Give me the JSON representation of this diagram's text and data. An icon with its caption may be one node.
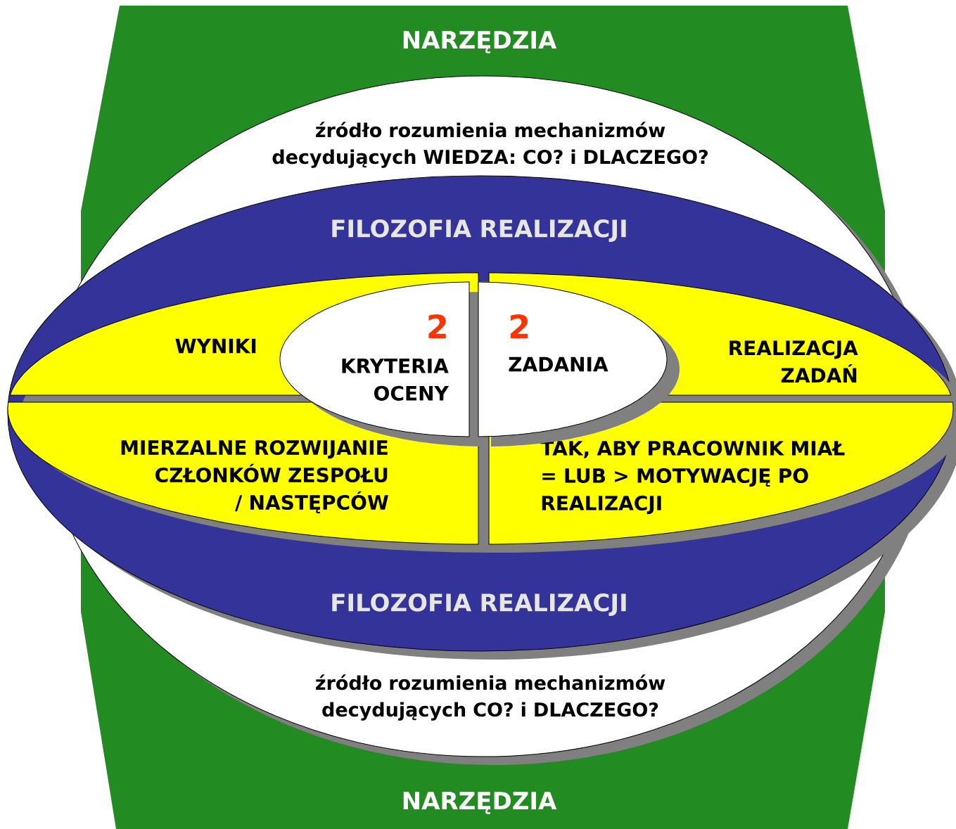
{
  "diagram": {
    "nodes": [
      {
        "text": [
          "NARZĘDZIA",
          "NARZĘDZIA"
        ]
      },
      {
        "text": [
          "źródło rozumienia mechanizmów decydujących WIEDZA: CO? i DLACZEGO?",
          "źródło rozumienia mechanizmów decydujących CO? i DLACZEGO?"
        ]
      },
      {
        "text": [
          "FILOZOFIA REALIZACJI",
          "FILOZOFIA REALIZACJI"
        ]
      },
      {
        "text": [
          "WYNIKI"
        ],
        "in": 2
      },
      {
        "text": [
          "REALIZACJA ZADAŃ"
        ],
        "in": 2
      },
      {
        "text": [
          "MIERZALNE ROZWIJANIE CZŁONKÓW ZESPOŁU / NASTĘPCÓW"
        ],
        "in": 2
      },
      {
        "text": [
          "TAK, ABY PRACOWNIK MIAŁ = LUB > MOTYWACJĘ PO REALIZACJI"
        ],
        "in": 2
      },
      {
        "text": [
          "2",
          "KRYTERIA OCENY"
        ],
        "in": 2
      },
      {
        "text": [
          "2",
          "ZADANIA"
        ],
        "in": 2
      }
    ]
  }
}
